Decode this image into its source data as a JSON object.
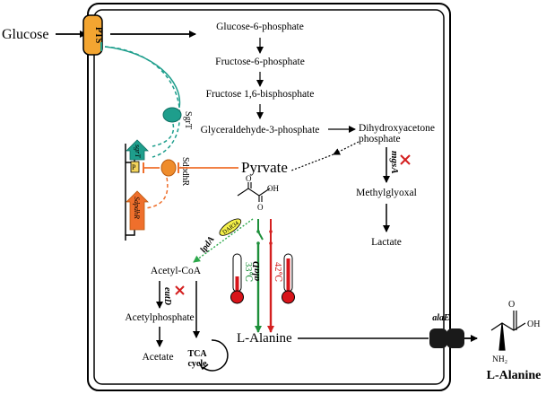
{
  "metabolites": {
    "glucose_ext": "Glucose",
    "g6p": "Glucose-6-phosphate",
    "f6p": "Fructose-6-phosphate",
    "fbp": "Fructose 1,6-bisphosphate",
    "g3p": "Glyceraldehyde-3-phosphate",
    "dhap_line1": "Dihydroxyacetone",
    "dhap_line2": "phosphate",
    "pyruvate": "Pyrvate",
    "methylglyoxal": "Methylglyoxal",
    "lactate": "Lactate",
    "acetyl_coa": "Acetyl-CoA",
    "acetylphosphate": "Acetylphosphate",
    "acetate": "Acetate",
    "tca_line1": "TCA",
    "tca_line2": "cycle",
    "l_alanine_in": "L-Alanine",
    "l_alanine_out": "L-Alanine"
  },
  "transporters": {
    "pts": "PTS",
    "alae": "alaE"
  },
  "genes": {
    "mgsa": "mgsA",
    "eutd": "eutD",
    "lpda": "lpdA",
    "lpda_variant": "DAR34",
    "alad": "alaD",
    "sgrt_gene": "sgrT",
    "sdpdhr_gene": "SdpdhR"
  },
  "regulators": {
    "sgrt": "SgrT",
    "sdpdhr": "SdpdhR",
    "promoter": "P"
  },
  "temperatures": {
    "low": "33℃",
    "high": "42℃"
  },
  "structure": {
    "oh": "OH",
    "o_left": "O",
    "o_right": "O",
    "nh2": "NH₂",
    "oh_alanine": "OH",
    "o_alanine": "O"
  },
  "colors": {
    "teal": "#1e9e8c",
    "orange": "#ef6f2c",
    "red": "#d42020",
    "green": "#1d8f3a",
    "pts_fill": "#f3a531",
    "thermo_red": "#d8141a"
  }
}
